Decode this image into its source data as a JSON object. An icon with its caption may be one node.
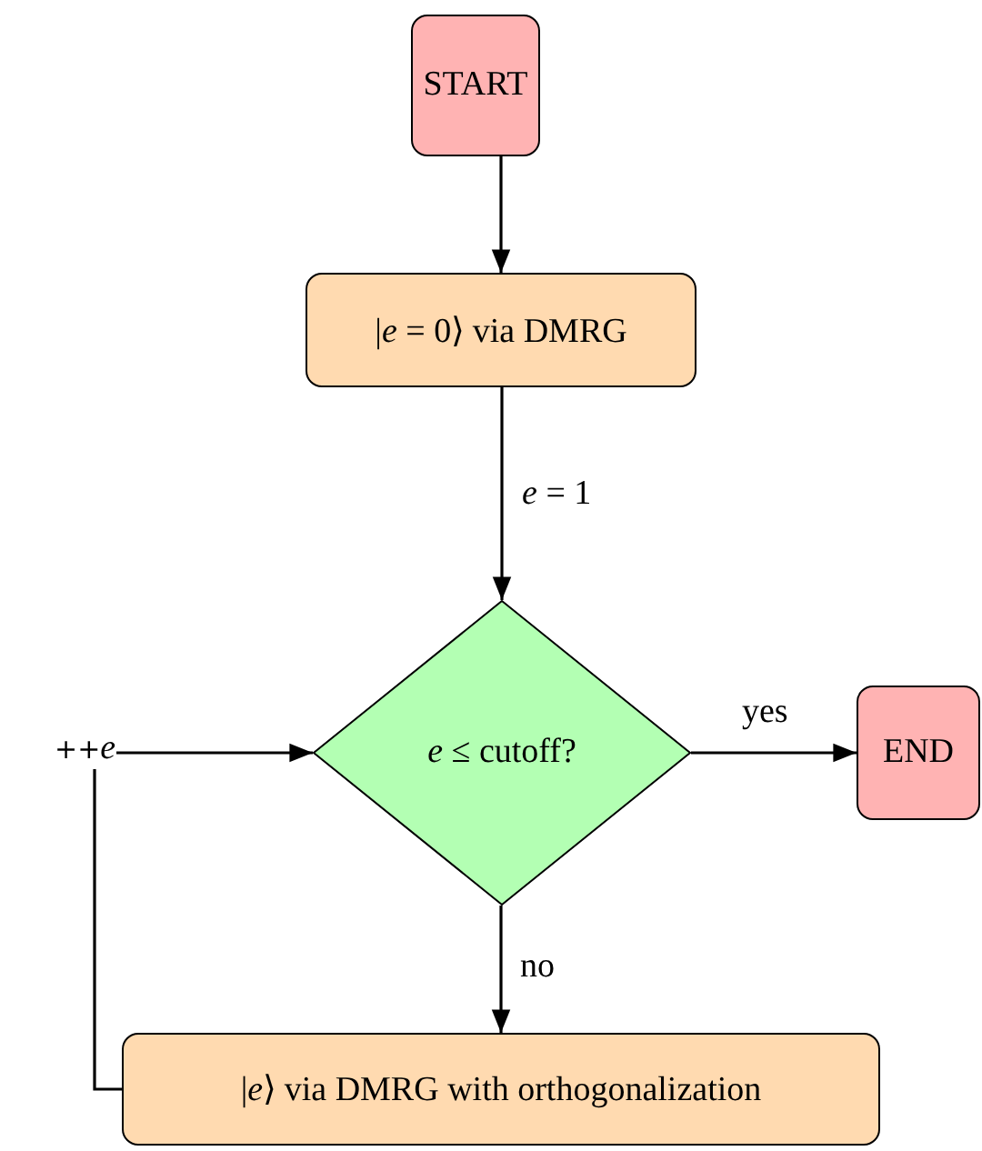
{
  "diagram": {
    "nodes": [
      {
        "text": [
          "START"
        ]
      },
      {
        "text": [
          "|*e* = 0⟩ via DMRG"
        ]
      },
      {
        "text": [
          "*e* ≤ cutoff?"
        ]
      },
      {
        "text": [
          "END"
        ]
      },
      {
        "text": [
          "|*e*⟩ via DMRG with orthogonalization"
        ]
      }
    ],
    "edges": [
      {
        "from": 0,
        "to": 1,
        "arrow": "to"
      },
      {
        "from": 1,
        "to": 2,
        "arrow": "to",
        "label": "*e* = 1"
      },
      {
        "from": 2,
        "to": 3,
        "arrow": "to",
        "label": "yes"
      },
      {
        "from": 2,
        "to": 4,
        "arrow": "to",
        "label": "no"
      },
      {
        "from": 4,
        "to": 2,
        "arrow": "to",
        "label": "++*e*"
      }
    ]
  }
}
